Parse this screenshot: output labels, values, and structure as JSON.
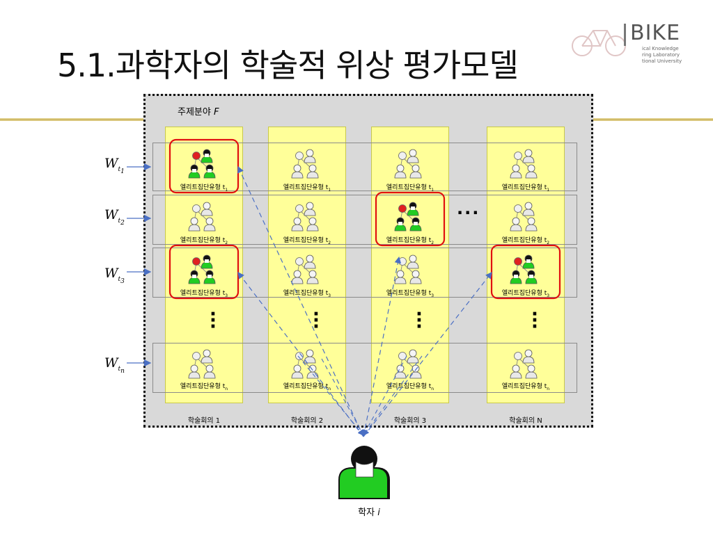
{
  "slide": {
    "title": "5.1.과학자의 학술적 위상 평가모델"
  },
  "logo": {
    "brand": "BIKE",
    "sub_lines": [
      "ical Knowledge",
      "ring Laboratory",
      "tional University"
    ]
  },
  "diagram": {
    "field_label": "주제분야",
    "field_var": "F",
    "conferences": [
      {
        "label": "학술회의 1"
      },
      {
        "label": "학술회의 2"
      },
      {
        "label": "학술회의 3"
      },
      {
        "label": "학술회의 N"
      }
    ],
    "rows": [
      {
        "weight": "W",
        "sub_base": "t",
        "sub_index": "1",
        "cell_base": "엘리트집단유형 t",
        "cell_index": "1"
      },
      {
        "weight": "W",
        "sub_base": "t",
        "sub_index": "2",
        "cell_base": "엘리트집단유형 t",
        "cell_index": "2"
      },
      {
        "weight": "W",
        "sub_base": "t",
        "sub_index": "3",
        "cell_base": "엘리트집단유형 t",
        "cell_index": "3"
      },
      {
        "weight": "W",
        "sub_base": "t",
        "sub_index": "n",
        "cell_base": "엘리트집단유형 t",
        "cell_index": "n"
      }
    ],
    "highlighted_cells": [
      {
        "row": 0,
        "col": 0
      },
      {
        "row": 1,
        "col": 2
      },
      {
        "row": 2,
        "col": 0
      },
      {
        "row": 2,
        "col": 3
      }
    ],
    "ellipsis_horizontal": "···",
    "ellipsis_vertical": "⋮",
    "scholar_label": "학자",
    "scholar_var": "i",
    "colors": {
      "frame_bg": "#d9d9d9",
      "column_fill": "#ffff99",
      "highlight_border": "#e01010",
      "elite_person": "#22cc22",
      "elite_node": "#e02020",
      "plain_person": "#e8e8e8",
      "arrow": "#4a6fc4"
    }
  }
}
